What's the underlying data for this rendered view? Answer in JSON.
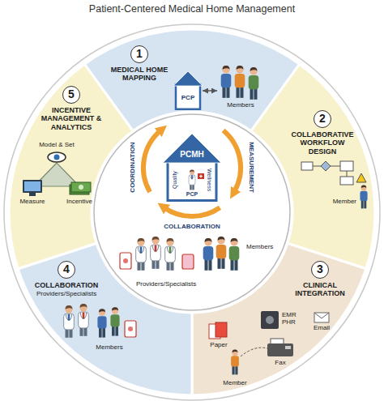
{
  "diagram": {
    "title": "Patient-Centered Medical Home Management",
    "nodes": [
      {
        "text": [
          "1",
          "MEDICAL HOME MAPPING"
        ]
      },
      {
        "text": [
          "PCP"
        ],
        "in": 0
      },
      {
        "text": [
          "Members"
        ],
        "in": 0
      },
      {
        "text": [
          "2",
          "COLLABORATIVE WORKFLOW DESIGN"
        ]
      },
      {
        "text": [
          "3",
          "CLINICAL INTEGRATION"
        ]
      },
      {
        "text": [
          "4",
          "COLLABORATION",
          "Providers/Specialists"
        ]
      },
      {
        "text": [
          "5",
          "INCENTIVE MANAGEMENT & ANALYTICS"
        ]
      },
      {
        "text": [
          "PCMH",
          "PCP",
          "Quality",
          "Wellness"
        ]
      }
    ],
    "edges": [
      {
        "from": 1,
        "to": 2,
        "arrow": "both"
      }
    ],
    "labels": [
      "Member",
      "EMR PHR",
      "Email",
      "Paper",
      "Fax",
      "Member",
      "Members",
      "Model & Set",
      "Measure",
      "Incentive",
      "COORDINATION",
      "MEASUREMENT",
      "COLLABORATION",
      "Members",
      "Providers/Specialists"
    ]
  }
}
